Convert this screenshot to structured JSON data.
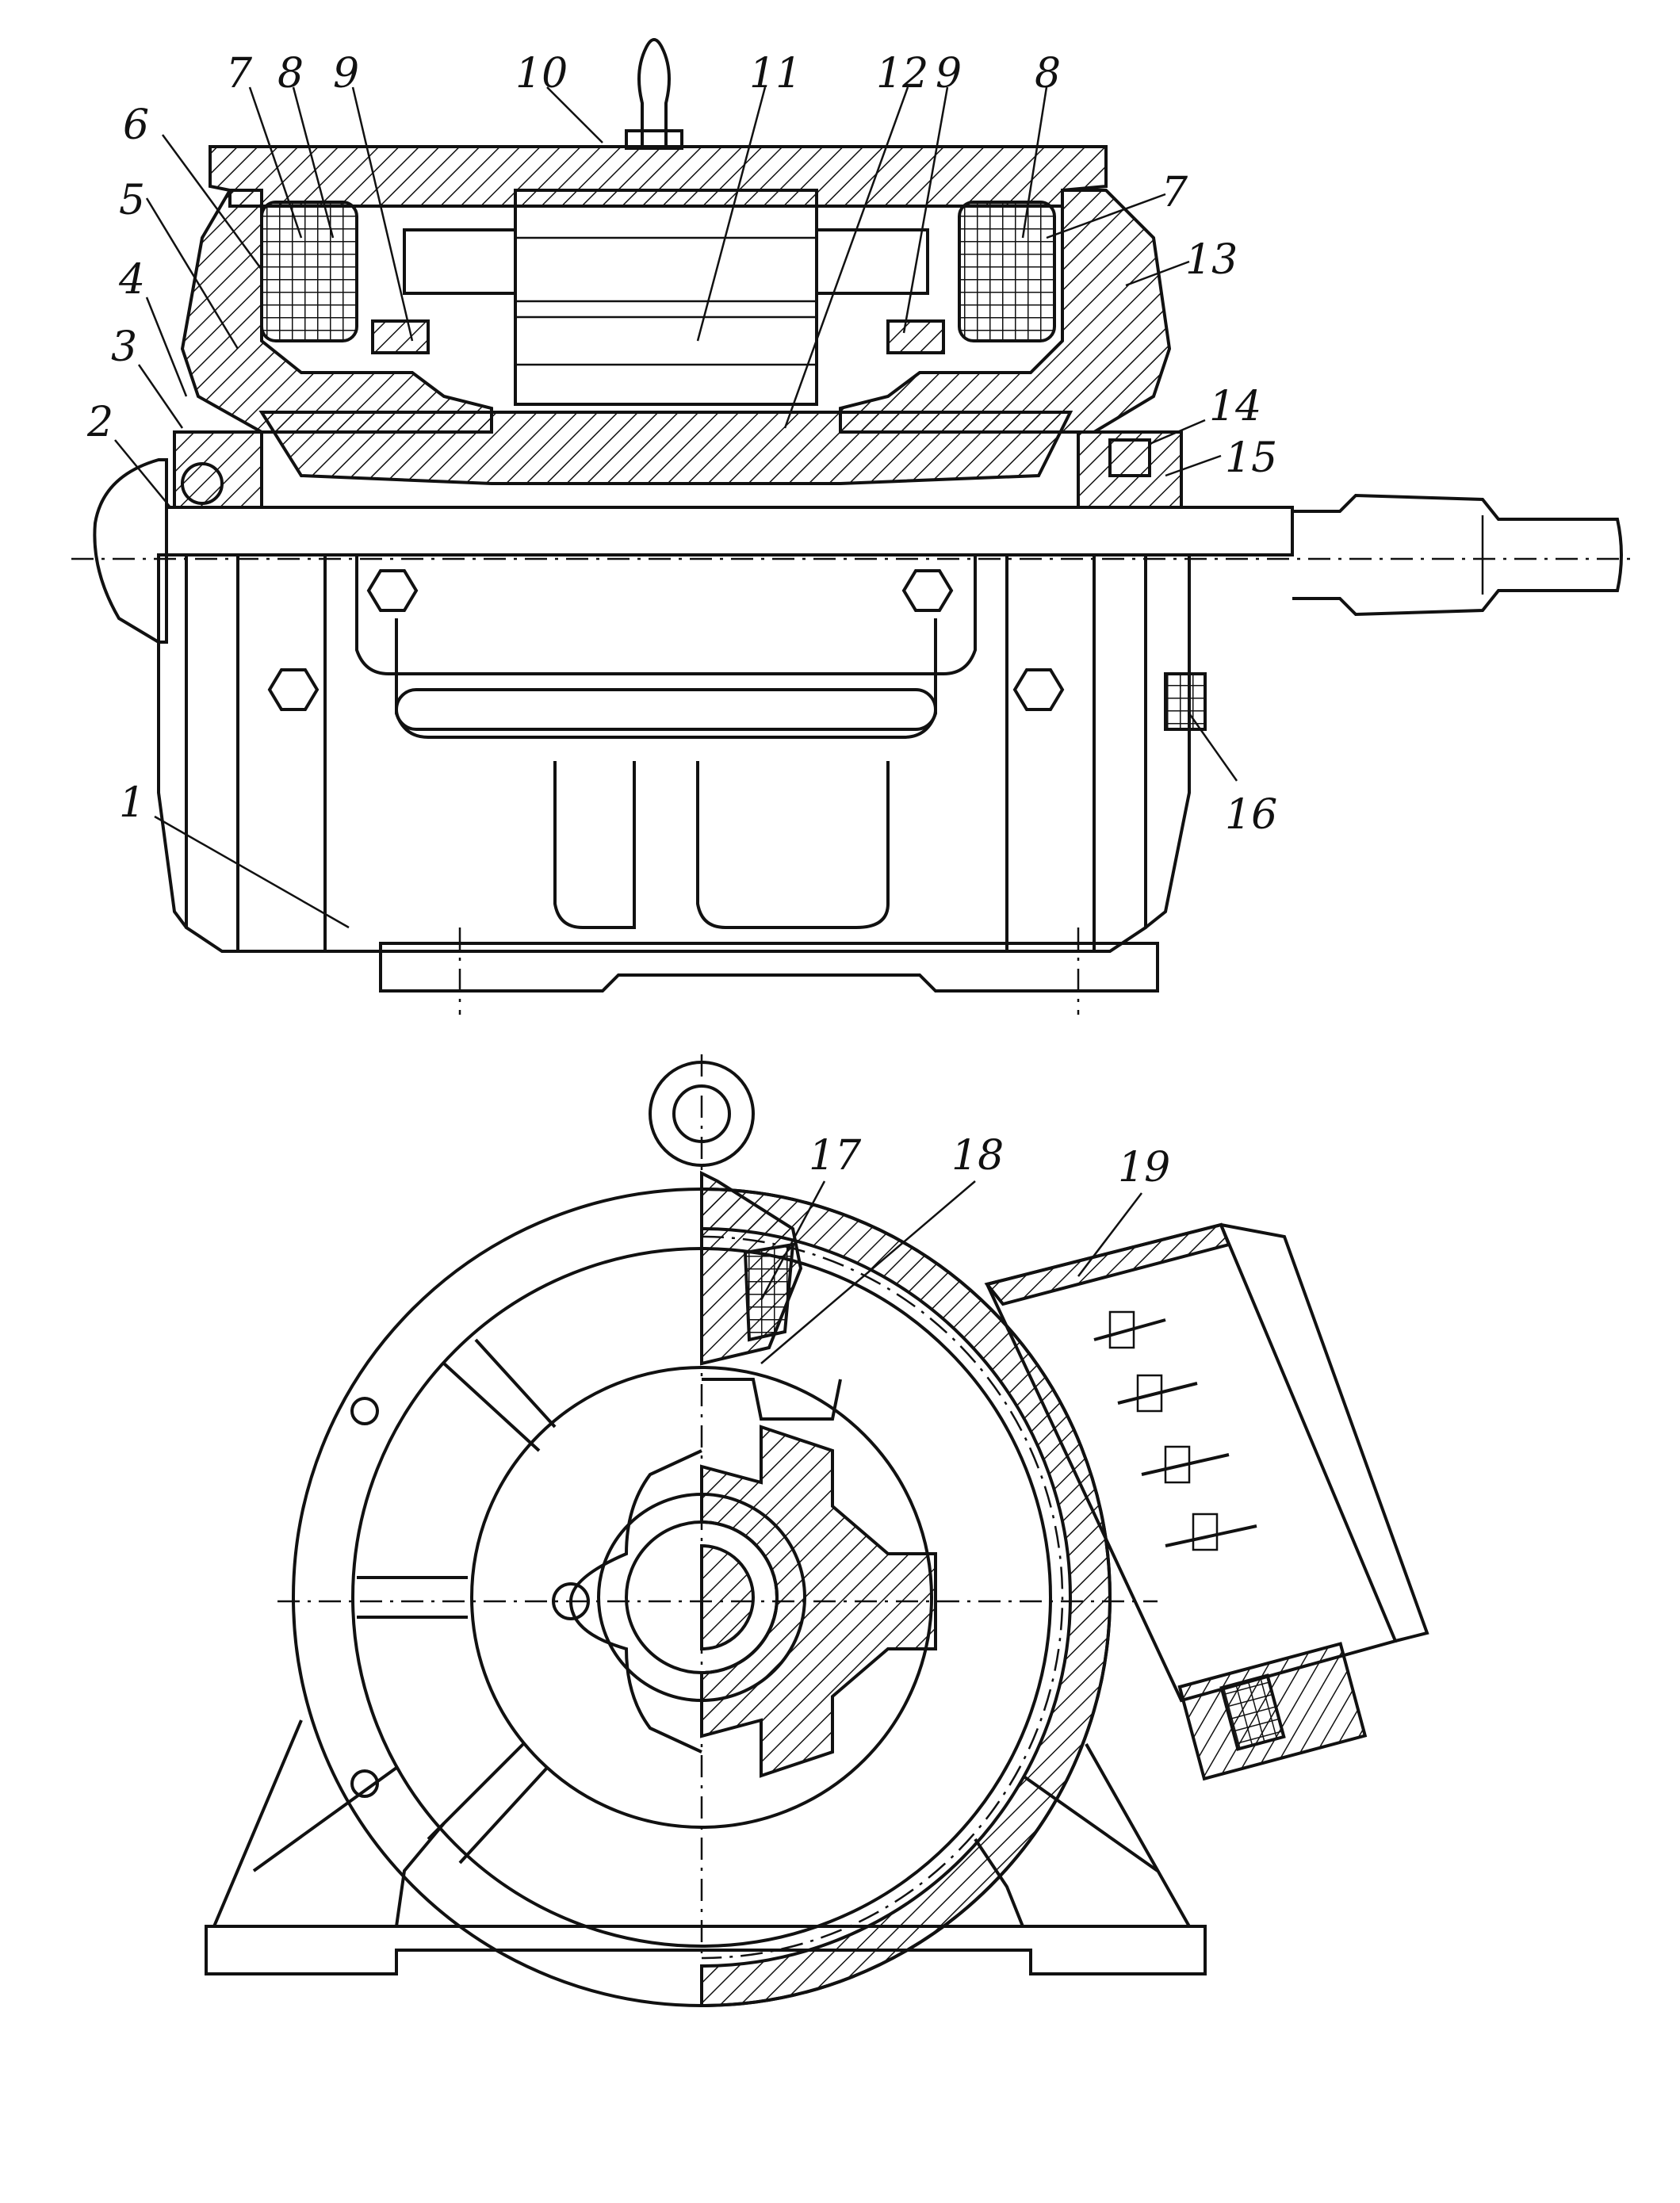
{
  "callouts": [
    {
      "id": "c1",
      "label": "1"
    },
    {
      "id": "c2",
      "label": "2"
    },
    {
      "id": "c3",
      "label": "3"
    },
    {
      "id": "c4",
      "label": "4"
    },
    {
      "id": "c5",
      "label": "5"
    },
    {
      "id": "c6",
      "label": "6"
    },
    {
      "id": "c7a",
      "label": "7"
    },
    {
      "id": "c8a",
      "label": "8"
    },
    {
      "id": "c9a",
      "label": "9"
    },
    {
      "id": "c10",
      "label": "10"
    },
    {
      "id": "c11",
      "label": "11"
    },
    {
      "id": "c12",
      "label": "12"
    },
    {
      "id": "c9b",
      "label": "9"
    },
    {
      "id": "c8b",
      "label": "8"
    },
    {
      "id": "c7b",
      "label": "7"
    },
    {
      "id": "c13",
      "label": "13"
    },
    {
      "id": "c14",
      "label": "14"
    },
    {
      "id": "c15",
      "label": "15"
    },
    {
      "id": "c16",
      "label": "16"
    },
    {
      "id": "c17",
      "label": "17"
    },
    {
      "id": "c18",
      "label": "18"
    },
    {
      "id": "c19",
      "label": "19"
    }
  ]
}
